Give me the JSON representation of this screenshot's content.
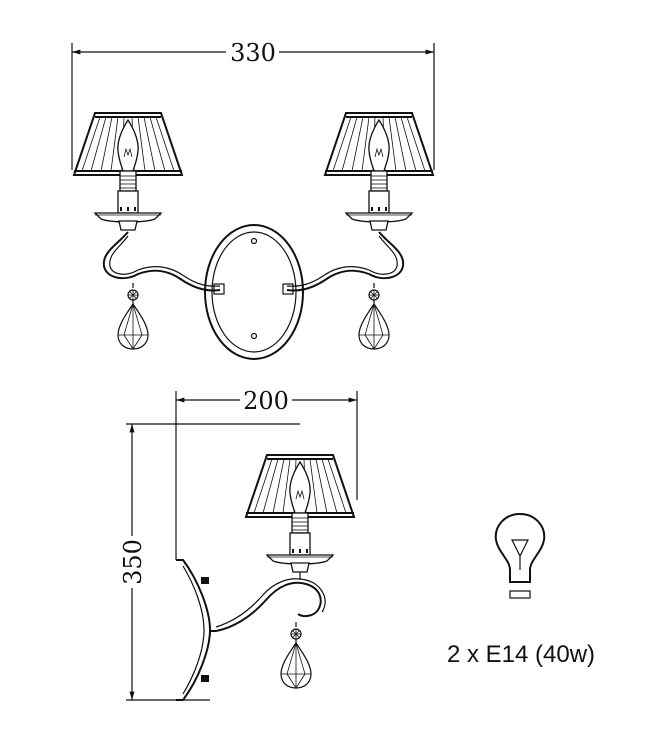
{
  "dimensions": {
    "front_width": "330",
    "side_depth": "200",
    "side_height": "350"
  },
  "bulb_spec": "2 x E14 (40w)",
  "icons": {
    "bulb": "light-bulb-icon"
  }
}
